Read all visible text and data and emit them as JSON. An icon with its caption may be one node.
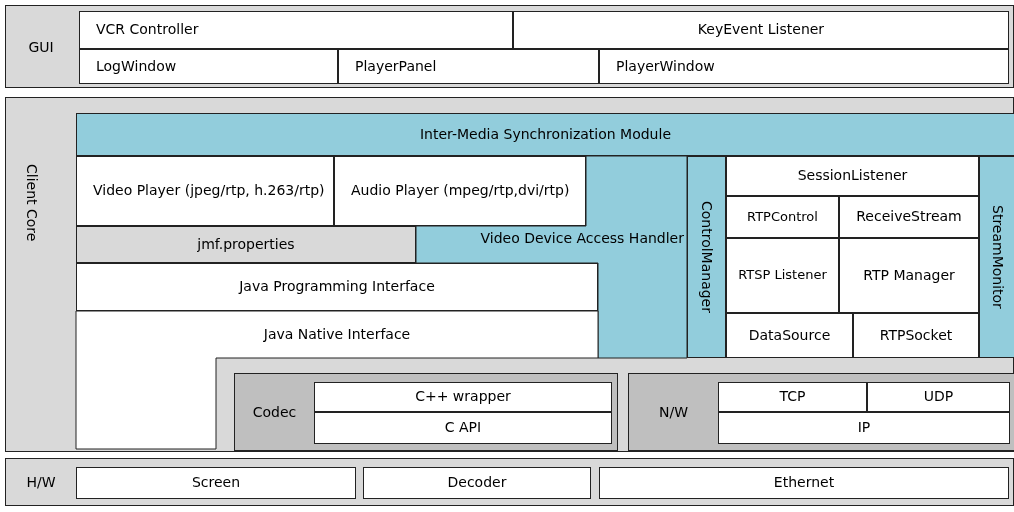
{
  "diagram": {
    "nodes": [
      {
        "text": [
          "GUI"
        ]
      },
      {
        "text": [
          "VCR Controller"
        ],
        "in": 0
      },
      {
        "text": [
          "KeyEvent Listener"
        ],
        "in": 0
      },
      {
        "text": [
          "LogWindow"
        ],
        "in": 0
      },
      {
        "text": [
          "PlayerPanel"
        ],
        "in": 0
      },
      {
        "text": [
          "PlayerWindow"
        ],
        "in": 0
      },
      {
        "text": [
          "Client Core"
        ]
      },
      {
        "text": [
          "Inter-Media Synchronization Module"
        ],
        "in": 6
      },
      {
        "text": [
          "Video Player (jpeg/rtp, h.263/rtp)"
        ],
        "in": 6
      },
      {
        "text": [
          "Audio Player (mpeg/rtp,dvi/rtp)"
        ],
        "in": 6
      },
      {
        "text": [
          "jmf.properties"
        ],
        "in": 6
      },
      {
        "text": [
          "Video Device Access Handler"
        ],
        "in": 6
      },
      {
        "text": [
          "Java Programming Interface"
        ],
        "in": 6
      },
      {
        "text": [
          "Java Native Interface"
        ],
        "in": 6
      },
      {
        "text": [
          "ControlManager"
        ],
        "in": 6
      },
      {
        "text": [
          "SessionListener"
        ],
        "in": 6
      },
      {
        "text": [
          "RTPControl"
        ],
        "in": 6
      },
      {
        "text": [
          "ReceiveStream"
        ],
        "in": 6
      },
      {
        "text": [
          "RTSP Listener"
        ],
        "in": 6
      },
      {
        "text": [
          "RTP Manager"
        ],
        "in": 6
      },
      {
        "text": [
          "DataSource"
        ],
        "in": 6
      },
      {
        "text": [
          "RTPSocket"
        ],
        "in": 6
      },
      {
        "text": [
          "StreamMonitor"
        ],
        "in": 6
      },
      {
        "text": [
          "Codec"
        ],
        "in": 6
      },
      {
        "text": [
          "C++ wrapper"
        ],
        "in": 23
      },
      {
        "text": [
          "C API"
        ],
        "in": 23
      },
      {
        "text": [
          "N/W"
        ],
        "in": 6
      },
      {
        "text": [
          "TCP"
        ],
        "in": 26
      },
      {
        "text": [
          "UDP"
        ],
        "in": 26
      },
      {
        "text": [
          "IP"
        ],
        "in": 26
      },
      {
        "text": [
          "H/W"
        ]
      },
      {
        "text": [
          "Screen"
        ],
        "in": 30
      },
      {
        "text": [
          "Decoder"
        ],
        "in": 30
      },
      {
        "text": [
          "Ethernet"
        ],
        "in": 30
      }
    ],
    "edges": []
  }
}
